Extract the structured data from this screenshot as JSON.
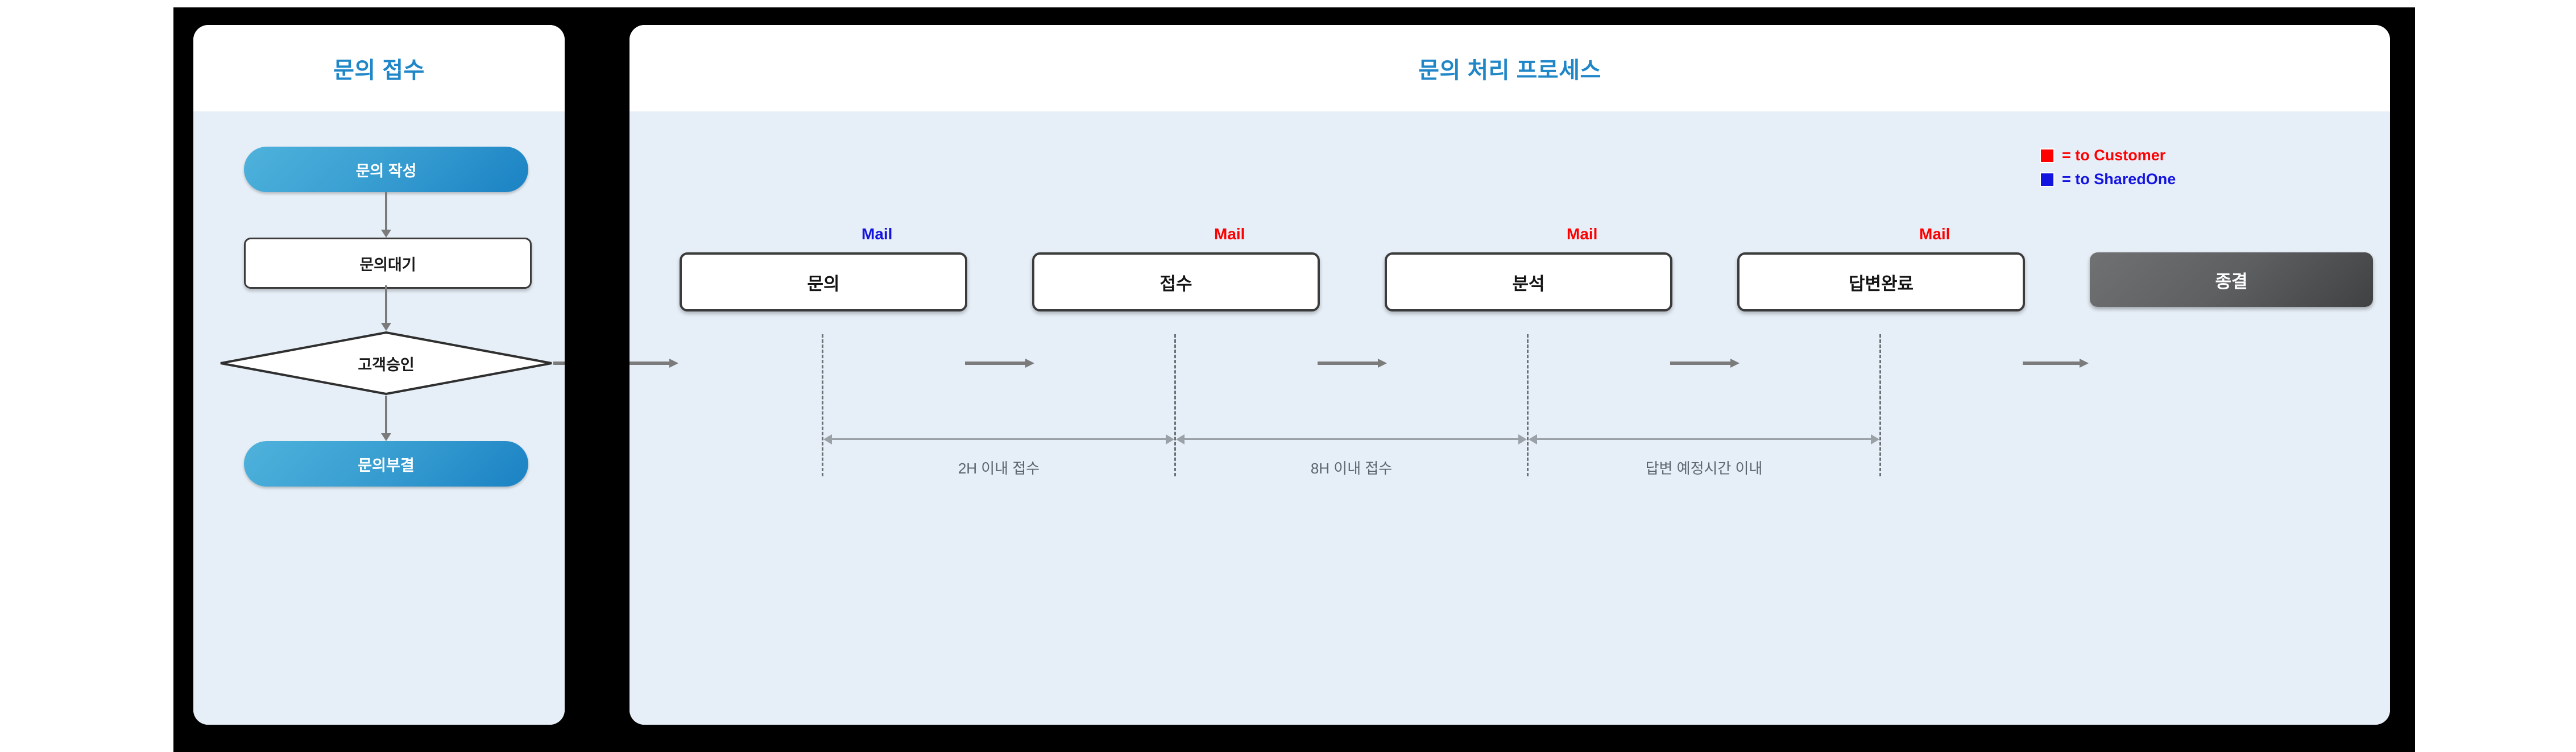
{
  "panels": {
    "left": {
      "title": "문의 접수"
    },
    "right": {
      "title": "문의 처리 프로세스"
    }
  },
  "legend": {
    "items": [
      {
        "label": "= to Customer",
        "color": "#ff0000",
        "swatch": "#ff0000",
        "icon": "red-square-icon"
      },
      {
        "label": "= to SharedOne",
        "color": "#1414e0",
        "swatch": "#1414e0",
        "icon": "blue-square-icon"
      }
    ]
  },
  "intake_flow": {
    "nodes": [
      {
        "id": "write",
        "label": "문의 작성",
        "shape": "pill"
      },
      {
        "id": "waiting",
        "label": "문의대기",
        "shape": "rounded-box"
      },
      {
        "id": "approval",
        "label": "고객승인",
        "shape": "diamond"
      },
      {
        "id": "rejected",
        "label": "문의부결",
        "shape": "pill"
      }
    ]
  },
  "process_flow": {
    "steps": [
      {
        "id": "inquiry",
        "label": "문의",
        "mail": "Mail",
        "mail_color": "#1414e0",
        "mail_target": "to SharedOne"
      },
      {
        "id": "received",
        "label": "접수",
        "mail": "Mail",
        "mail_color": "#ff0000",
        "mail_target": "to Customer"
      },
      {
        "id": "analysis",
        "label": "분석",
        "mail": "Mail",
        "mail_color": "#ff0000",
        "mail_target": "to Customer"
      },
      {
        "id": "answered",
        "label": "답변완료",
        "mail": "Mail",
        "mail_color": "#ff0000",
        "mail_target": "to Customer"
      }
    ],
    "end": {
      "id": "closed",
      "label": "종결"
    }
  },
  "sla_spans": [
    {
      "id": "sla-1",
      "label": "2H 이내 접수"
    },
    {
      "id": "sla-2",
      "label": "8H 이내 접수"
    },
    {
      "id": "sla-3",
      "label": "답변 예정시간 이내"
    }
  ],
  "colors": {
    "accent_blue": "#1f86c8",
    "panel_body": "#e6eef7",
    "backdrop": "#000000",
    "node_border": "#3b3b3b",
    "arrow_gray": "#7b7b7b",
    "end_gray": "#5d5f61"
  }
}
